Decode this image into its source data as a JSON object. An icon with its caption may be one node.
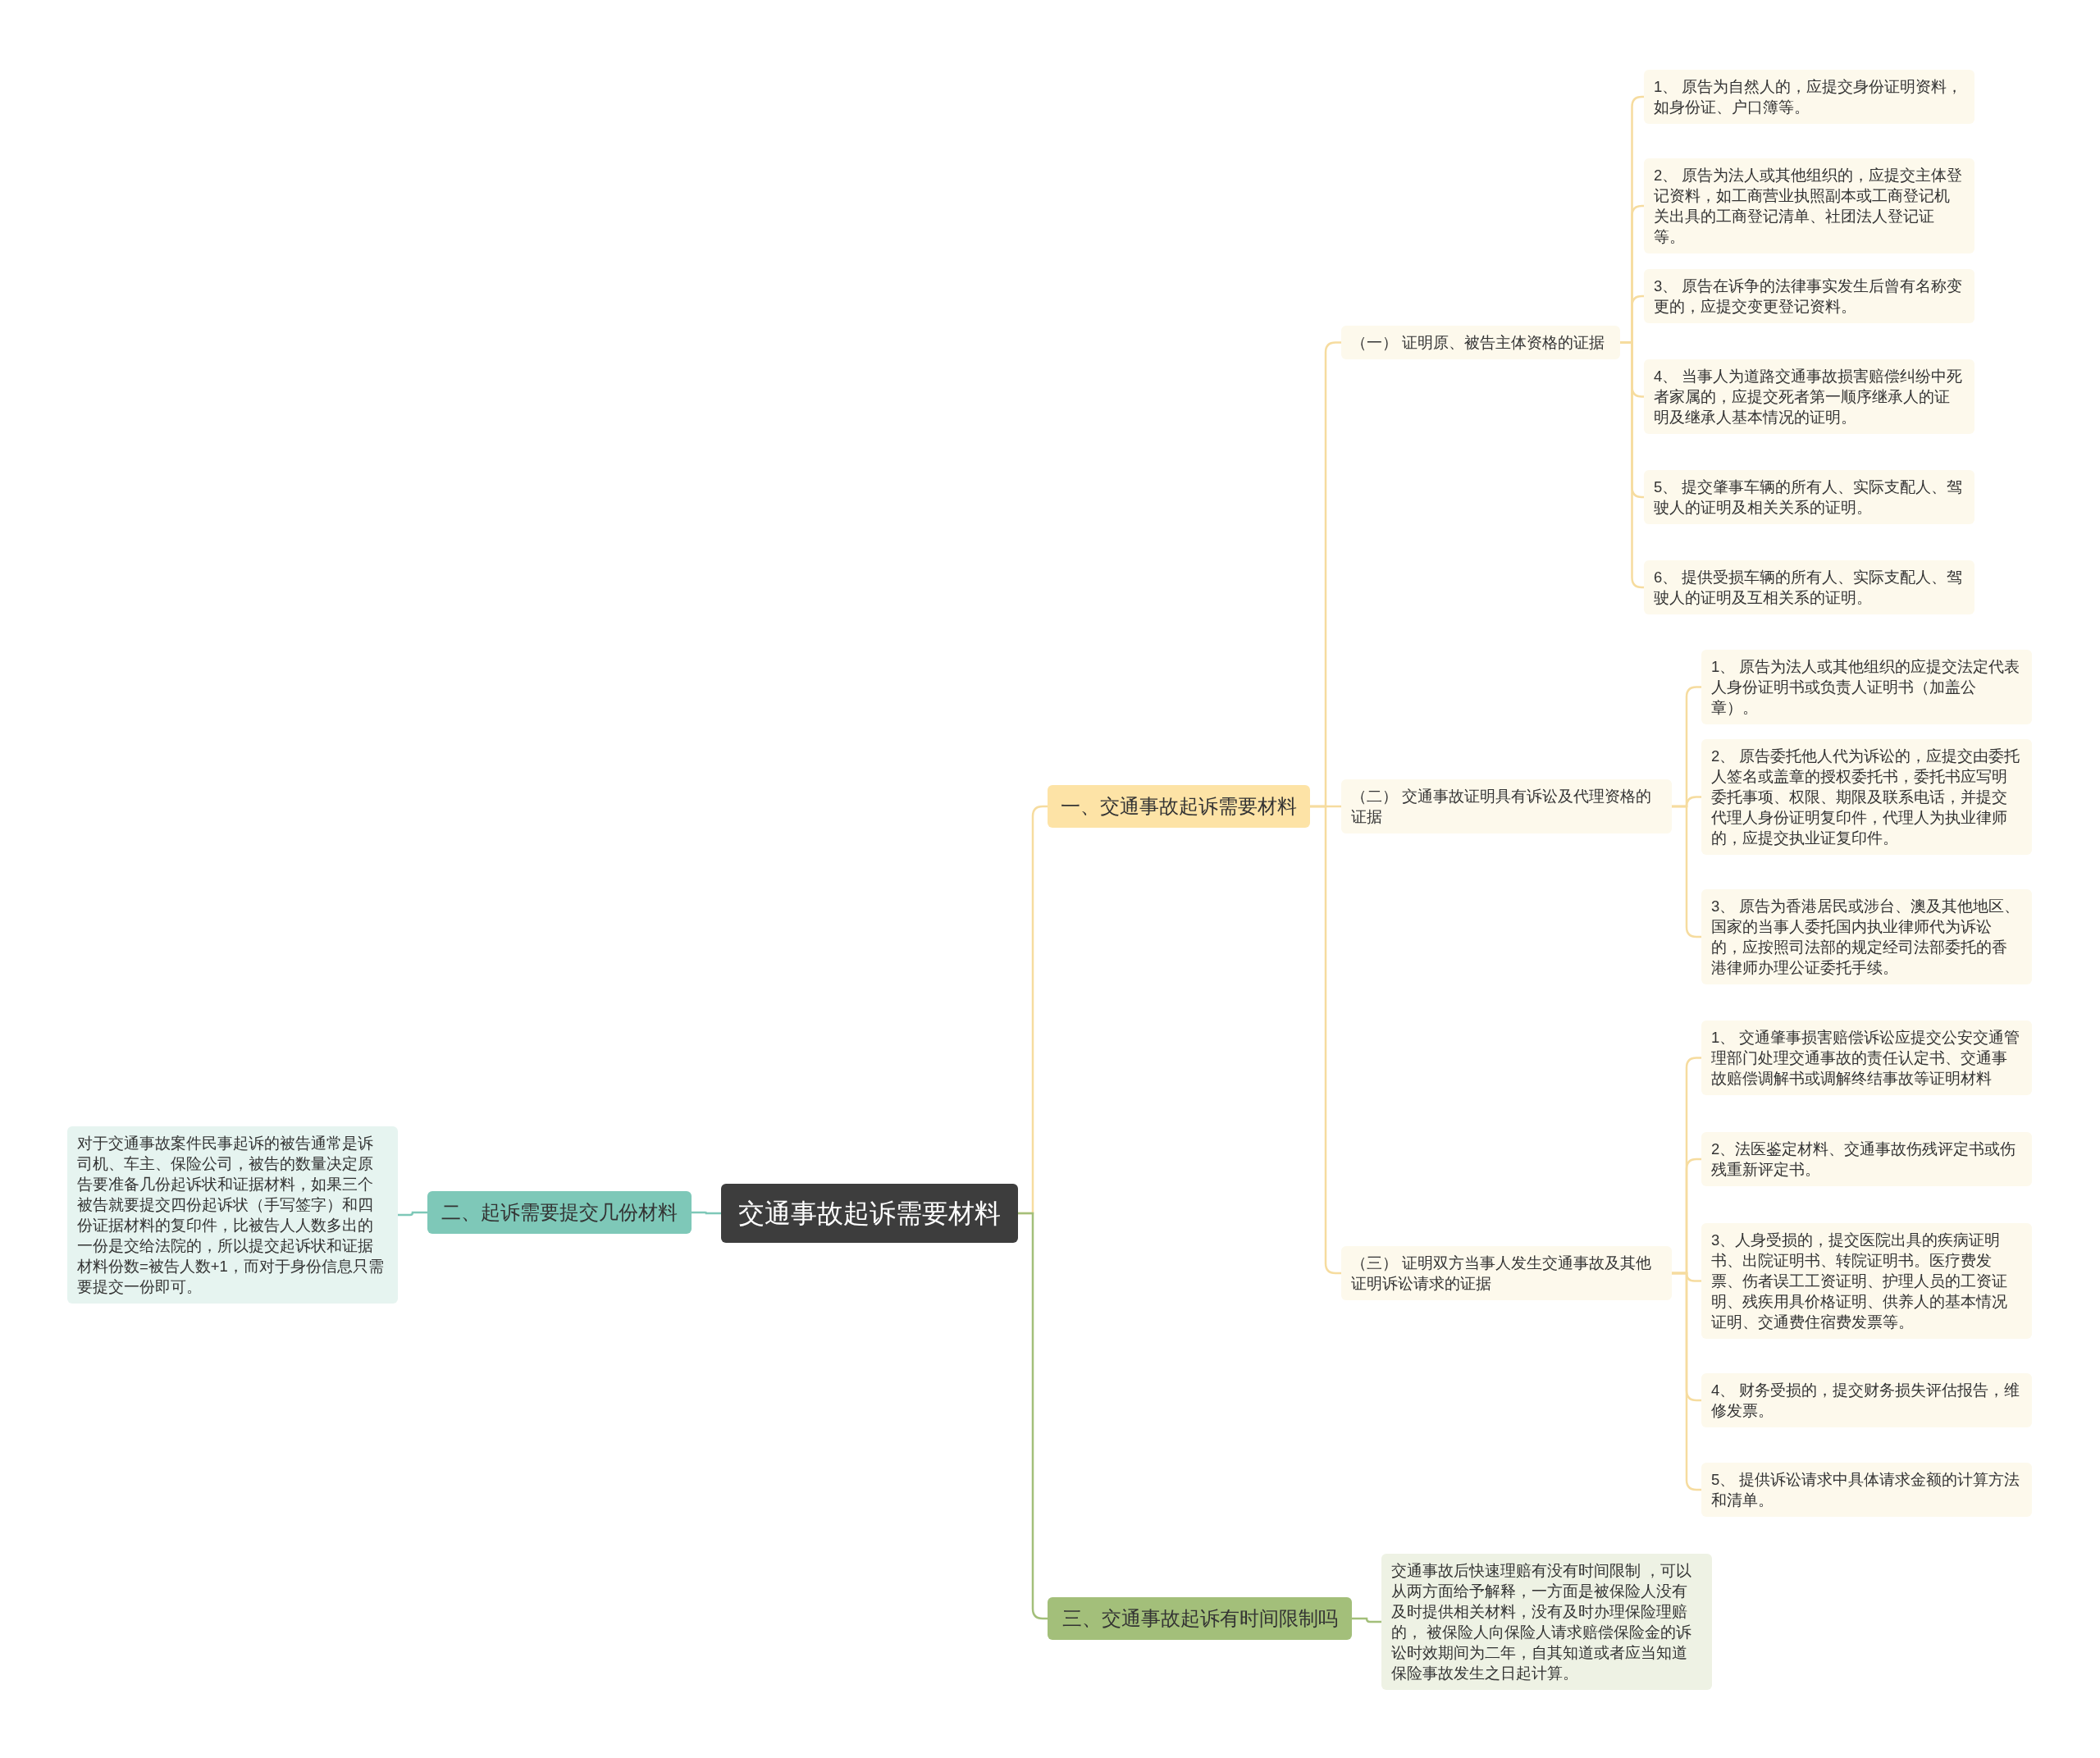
{
  "diagram": {
    "nodes": [
      {
        "text": [
          "交通事故起诉需要材料"
        ]
      },
      {
        "text": [
          "一、交通事故起诉需要材料"
        ]
      },
      {
        "text": [
          "（一） 证明原、被告主体资格的证据"
        ]
      },
      {
        "text": [
          "1、 原告为自然人的，应提交身份证明资料，如身份证、户口簿等。"
        ]
      },
      {
        "text": [
          "2、 原告为法人或其他组织的，应提交主体登记资料，如工商营业执照副本或工商登记机关出具的工商登记清单、社团法人登记证等。"
        ]
      },
      {
        "text": [
          "3、 原告在诉争的法律事实发生后曾有名称变更的，应提交变更登记资料。"
        ]
      },
      {
        "text": [
          "4、 当事人为道路交通事故损害赔偿纠纷中死者家属的，应提交死者第一顺序继承人的证明及继承人基本情况的证明。"
        ]
      },
      {
        "text": [
          "5、 提交肇事车辆的所有人、实际支配人、驾驶人的证明及相关关系的证明。"
        ]
      },
      {
        "text": [
          "6、 提供受损车辆的所有人、实际支配人、驾驶人的证明及互相关系的证明。"
        ]
      },
      {
        "text": [
          "（二） 交通事故证明具有诉讼及代理资格的证据"
        ]
      },
      {
        "text": [
          "1、 原告为法人或其他组织的应提交法定代表人身份证明书或负责人证明书（加盖公章）。"
        ]
      },
      {
        "text": [
          "2、 原告委托他人代为诉讼的，应提交由委托人签名或盖章的授权委托书，委托书应写明委托事项、权限、期限及联系电话，并提交代理人身份证明复印件，代理人为执业律师的，应提交执业证复印件。"
        ]
      },
      {
        "text": [
          "3、 原告为香港居民或涉台、澳及其他地区、国家的当事人委托国内执业律师代为诉讼的，应按照司法部的规定经司法部委托的香港律师办理公证委托手续。"
        ]
      },
      {
        "text": [
          "（三） 证明双方当事人发生交通事故及其他证明诉讼请求的证据"
        ]
      },
      {
        "text": [
          "1、 交通肇事损害赔偿诉讼应提交公安交通管理部门处理交通事故的责任认定书、交通事故赔偿调解书或调解终结事故等证明材料"
        ]
      },
      {
        "text": [
          "2、法医鉴定材料、交通事故伤残评定书或伤残重新评定书。"
        ]
      },
      {
        "text": [
          "3、人身受损的，提交医院出具的疾病证明书、出院证明书、转院证明书。医疗费发票、伤者误工工资证明、护理人员的工资证明、残疾用具价格证明、供养人的基本情况证明、交通费住宿费发票等。"
        ]
      },
      {
        "text": [
          "4、 财务受损的，提交财务损失评估报告，维修发票。"
        ]
      },
      {
        "text": [
          "5、 提供诉讼请求中具体请求金额的计算方法和清单。"
        ]
      },
      {
        "text": [
          "二、起诉需要提交几份材料"
        ]
      },
      {
        "text": [
          "对于交通事故案件民事起诉的被告通常是诉司机、车主、保险公司，被告的数量决定原告要准备几份起诉状和证据材料，如果三个被告就要提交四份起诉状（手写签字）和四份证据材料的复印件，比被告人人数多出的一份是交给法院的，所以提交起诉状和证据材料份数=被告人数+1，而对于身份信息只需要提交一份即可。"
        ]
      },
      {
        "text": [
          "三、交通事故起诉有时间限制吗"
        ]
      },
      {
        "text": [
          "交通事故后快速理赔有没有时间限制 ，可以从两方面给予解释，一方面是被保险人没有及时提供相关材料，没有及时办理保险理赔的， 被保险人向保险人请求赔偿保险金的诉讼时效期间为二年，自其知道或者应当知道保险事故发生之日起计算。"
        ]
      }
    ],
    "edges": [
      {
        "from": 0,
        "to": 1,
        "arrow": "none"
      },
      {
        "from": 1,
        "to": 2,
        "arrow": "none"
      },
      {
        "from": 2,
        "to": 3,
        "arrow": "none"
      },
      {
        "from": 2,
        "to": 4,
        "arrow": "none"
      },
      {
        "from": 2,
        "to": 5,
        "arrow": "none"
      },
      {
        "from": 2,
        "to": 6,
        "arrow": "none"
      },
      {
        "from": 2,
        "to": 7,
        "arrow": "none"
      },
      {
        "from": 2,
        "to": 8,
        "arrow": "none"
      },
      {
        "from": 1,
        "to": 9,
        "arrow": "none"
      },
      {
        "from": 9,
        "to": 10,
        "arrow": "none"
      },
      {
        "from": 9,
        "to": 11,
        "arrow": "none"
      },
      {
        "from": 9,
        "to": 12,
        "arrow": "none"
      },
      {
        "from": 1,
        "to": 13,
        "arrow": "none"
      },
      {
        "from": 13,
        "to": 14,
        "arrow": "none"
      },
      {
        "from": 13,
        "to": 15,
        "arrow": "none"
      },
      {
        "from": 13,
        "to": 16,
        "arrow": "none"
      },
      {
        "from": 13,
        "to": 17,
        "arrow": "none"
      },
      {
        "from": 13,
        "to": 18,
        "arrow": "none"
      },
      {
        "from": 0,
        "to": 19,
        "arrow": "none",
        "color": "#7ec8b8"
      },
      {
        "from": 19,
        "to": 20,
        "arrow": "none",
        "color": "#7ec8b8"
      },
      {
        "from": 0,
        "to": 21,
        "arrow": "none",
        "color": "#a3bf7a"
      },
      {
        "from": 21,
        "to": 22,
        "arrow": "none",
        "color": "#a3bf7a"
      }
    ]
  }
}
